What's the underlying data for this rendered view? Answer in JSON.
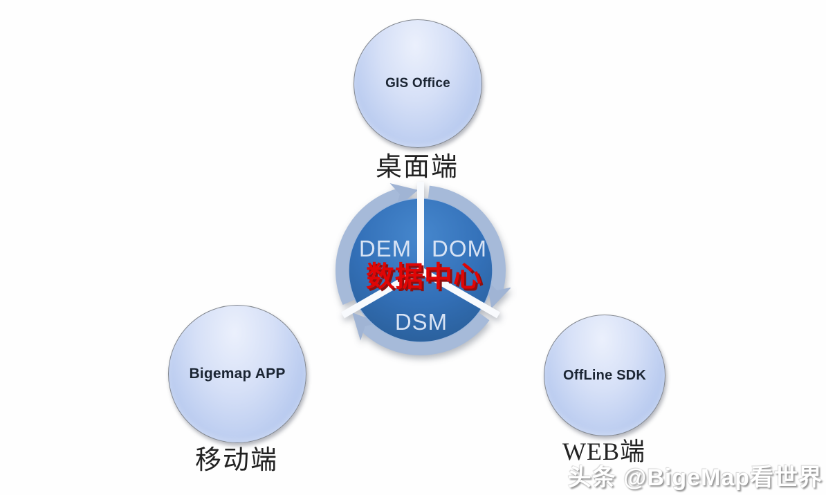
{
  "center": {
    "label": "数据中心",
    "segments": [
      "DEM",
      "DOM",
      "DSM"
    ]
  },
  "nodes": [
    {
      "name": "GIS Office",
      "caption": "桌面端"
    },
    {
      "name": "Bigemap APP",
      "caption": "移动端"
    },
    {
      "name": "OffLine SDK",
      "caption": "WEB端"
    }
  ],
  "watermark": "头条 @BigeMap看世界",
  "colors": {
    "center_circle_top": "#4687cd",
    "center_circle_bottom": "#27598f",
    "cycle_ring": "#a6bad9",
    "divider": "#f8fafd",
    "center_label_red": "#e00505",
    "segment_text": "#d8e3f4",
    "node_fill_light": "#ebf0fc",
    "node_fill_dark": "#a9bfe9",
    "node_border": "#82878f",
    "caption_text": "#222222",
    "background": "#fefefe"
  }
}
